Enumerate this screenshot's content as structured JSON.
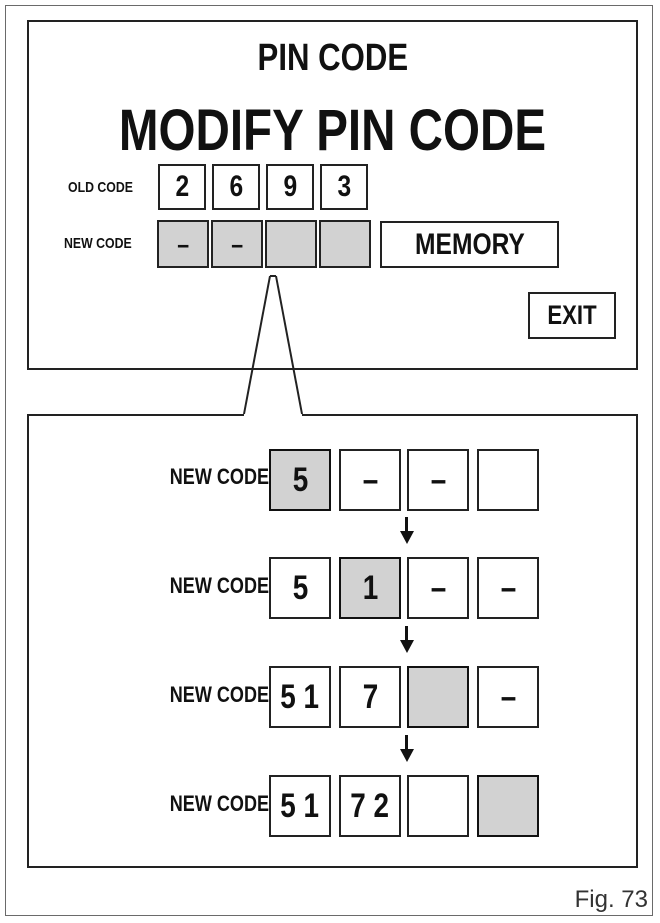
{
  "screen": {
    "title": "PIN CODE",
    "heading": "MODIFY PIN CODE",
    "old_code_label": "OLD CODE",
    "new_code_label": "NEW CODE",
    "old_code_digits": [
      "2",
      "6",
      "9",
      "3"
    ],
    "new_code_digits": [
      "–",
      "–",
      "",
      ""
    ],
    "memory_label": "MEMORY",
    "exit_label": "EXIT"
  },
  "sequence": {
    "row_label": "NEW CODE",
    "steps": [
      {
        "digits": [
          "5",
          "–",
          "–",
          ""
        ]
      },
      {
        "digits": [
          "5",
          "1",
          "–",
          "–"
        ]
      },
      {
        "digits": [
          "5 1",
          "7",
          "",
          "–"
        ]
      },
      {
        "digits": [
          "5 1",
          "7 2",
          "",
          ""
        ]
      }
    ]
  },
  "figure_label": "Fig. 73",
  "colors": {
    "highlight_cell": "#d2d2d2",
    "line": "#222222"
  },
  "icons": [
    "arrow-down-icon",
    "arrow-down-icon",
    "arrow-down-icon"
  ]
}
